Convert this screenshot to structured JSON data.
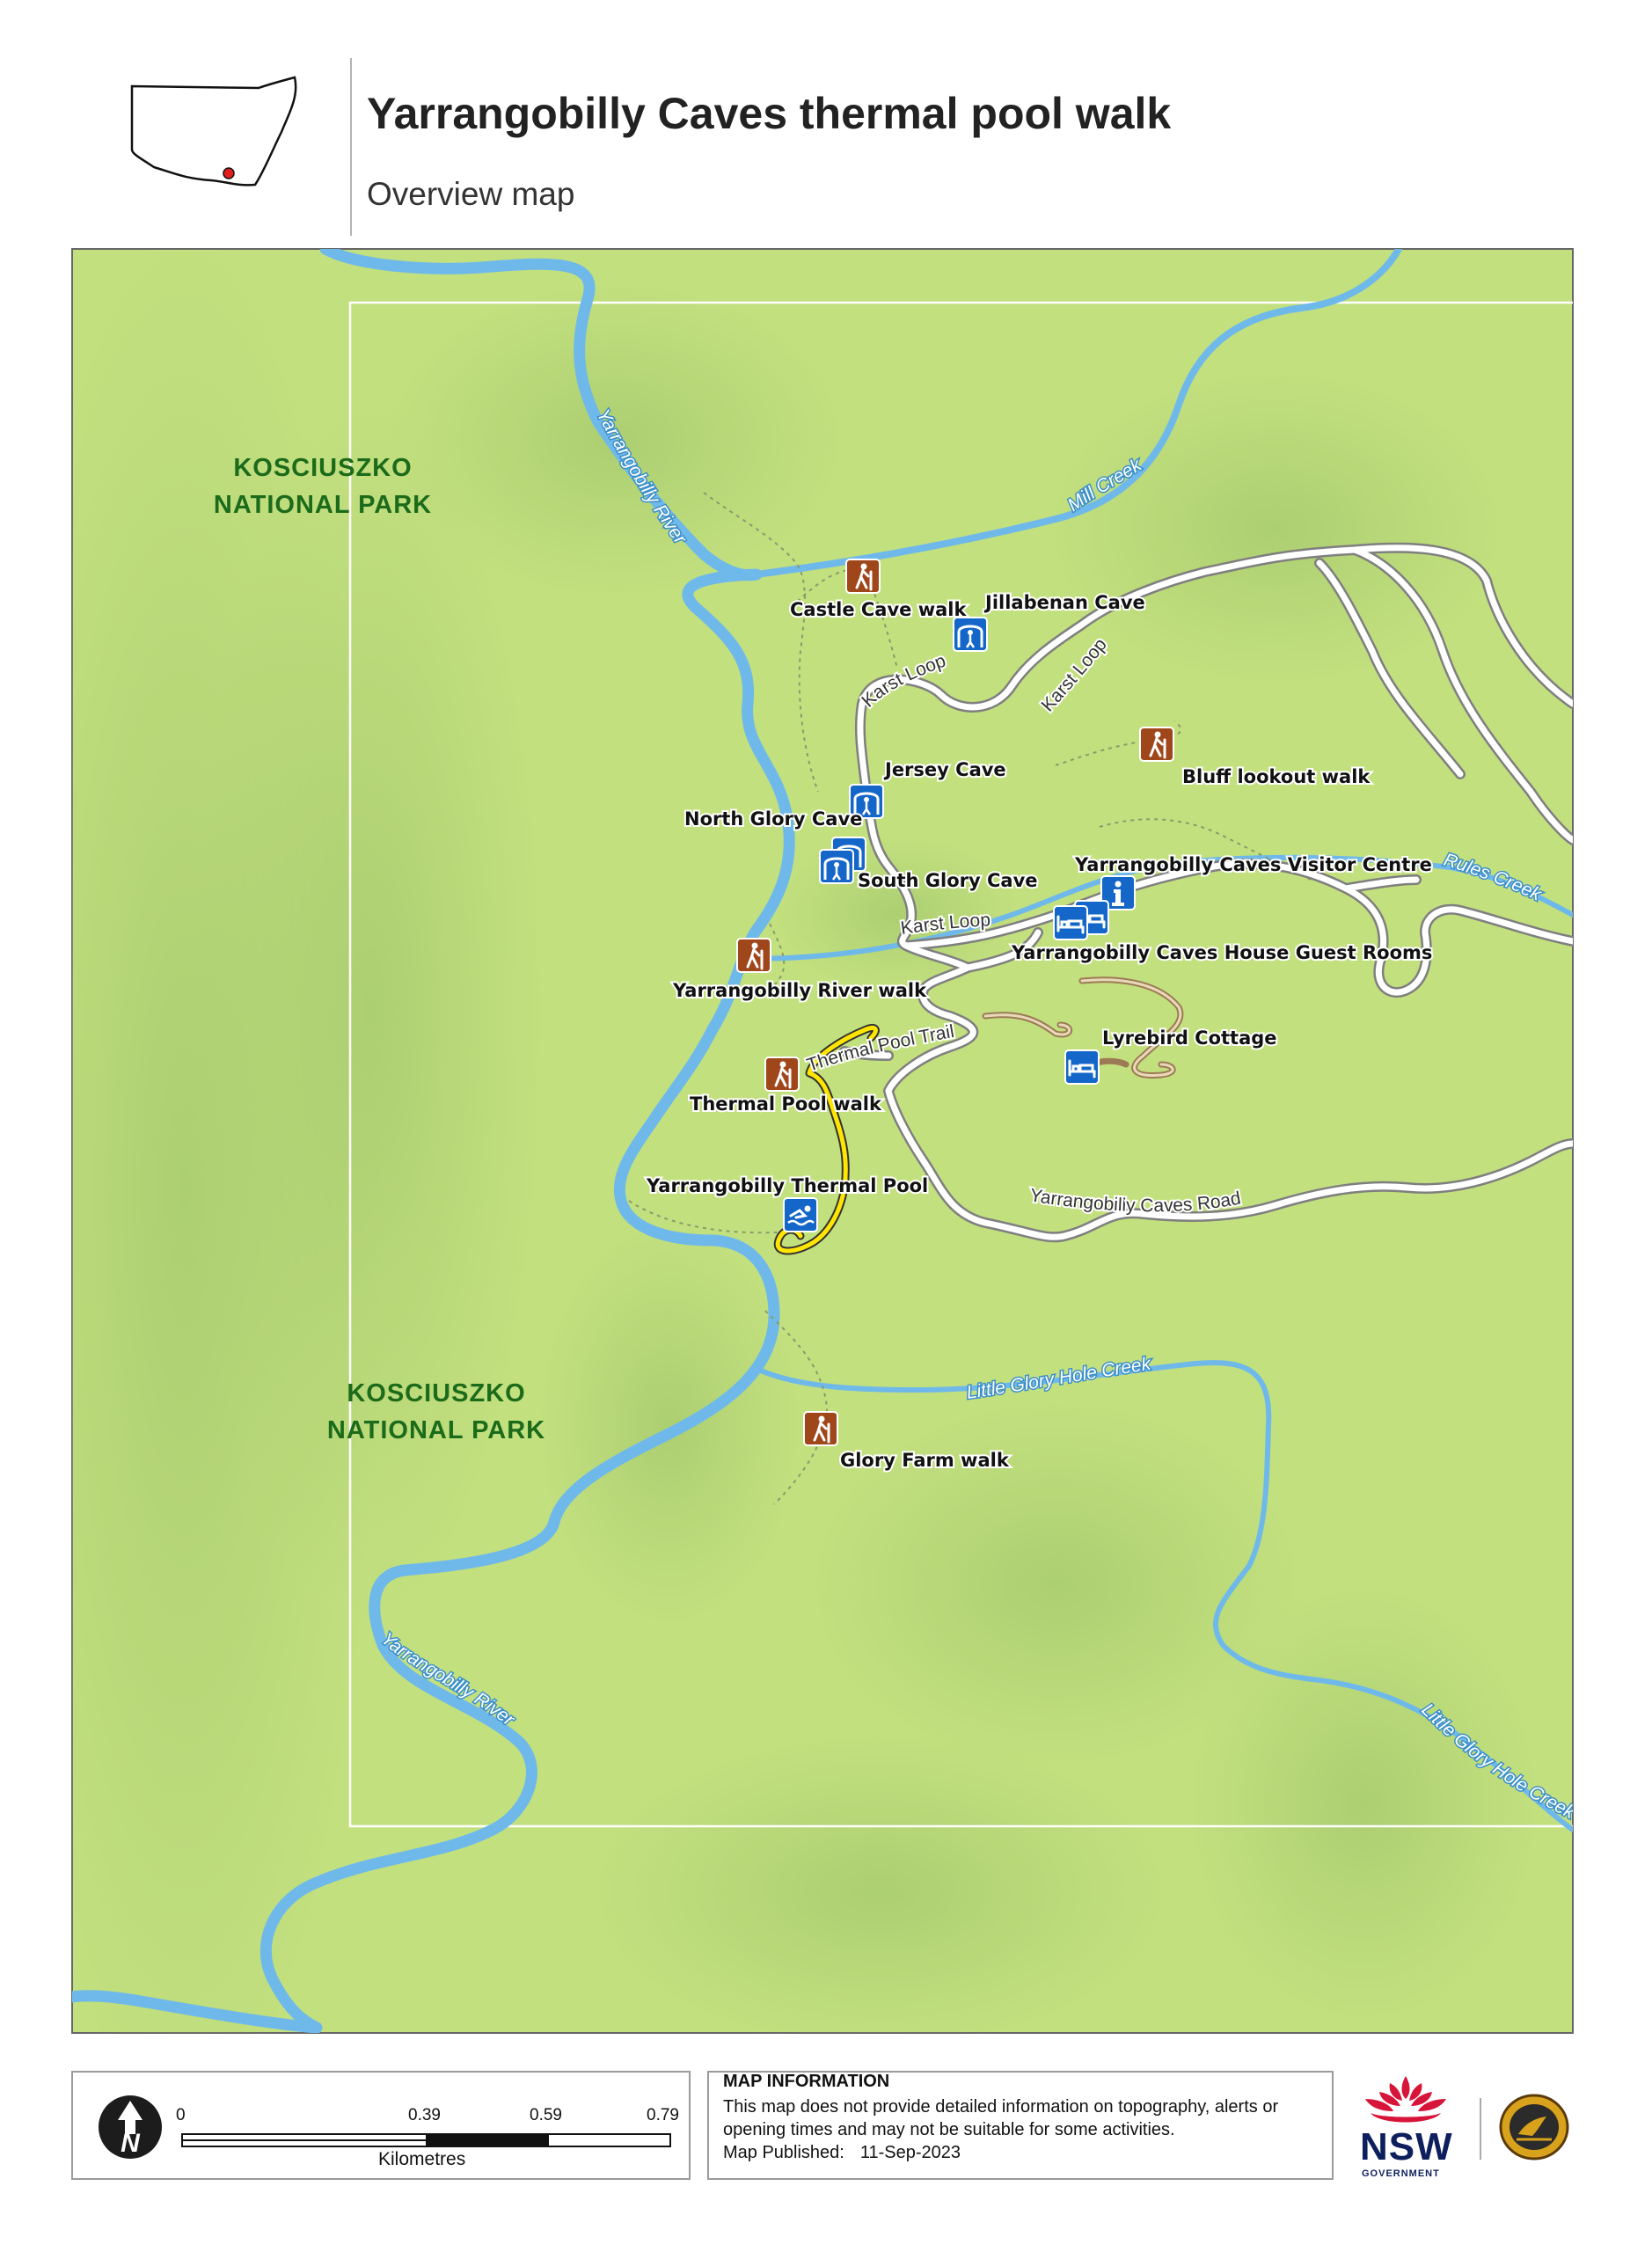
{
  "header": {
    "title": "Yarrangobilly Caves thermal pool walk",
    "subtitle": "Overview map"
  },
  "map": {
    "park_label_line1": "KOSCIUSZKO",
    "park_label_line2": "NATIONAL PARK",
    "waterways": {
      "yarrangobilly_river": "Yarrangobilly River",
      "mill_creek": "Mill Creek",
      "rules_creek": "Rules Creek",
      "little_glory_hole_creek": "Little Glory Hole Creek"
    },
    "roads": {
      "karst_loop": "Karst Loop",
      "thermal_pool_trail": "Thermal Pool Trail",
      "caves_road": "Yarrangobilly Caves Road"
    },
    "places": {
      "castle_cave_walk": "Castle Cave walk",
      "jillabenan_cave": "Jillabenan Cave",
      "jersey_cave": "Jersey Cave",
      "north_glory_cave": "North Glory Cave",
      "south_glory_cave": "South Glory Cave",
      "bluff_lookout_walk": "Bluff lookout walk",
      "visitor_centre": "Yarrangobilly Caves Visitor Centre",
      "guest_rooms": "Yarrangobilly Caves House Guest Rooms",
      "river_walk": "Yarrangobilly River walk",
      "lyrebird_cottage": "Lyrebird Cottage",
      "thermal_pool_walk": "Thermal Pool walk",
      "thermal_pool": "Yarrangobilly Thermal Pool",
      "glory_farm_walk": "Glory Farm walk"
    },
    "colors": {
      "land": "#c3e07f",
      "water": "#6fb9ea",
      "walk_icon": "#a0461b",
      "facility_icon": "#1467c8",
      "highlight_track": "#ffe500",
      "park_label": "#1b6b1b"
    }
  },
  "scale": {
    "ticks": [
      "0",
      "0.39",
      "0.59",
      "0.79"
    ],
    "unit": "Kilometres"
  },
  "info": {
    "heading": "MAP INFORMATION",
    "text": "This map does not provide detailed information on topography, alerts or opening times and may not be suitable for some activities.",
    "published_label": "Map Published:",
    "published_date": "11-Sep-2023"
  },
  "logos": {
    "nsw_text": "NSW",
    "nsw_sub": "GOVERNMENT"
  }
}
